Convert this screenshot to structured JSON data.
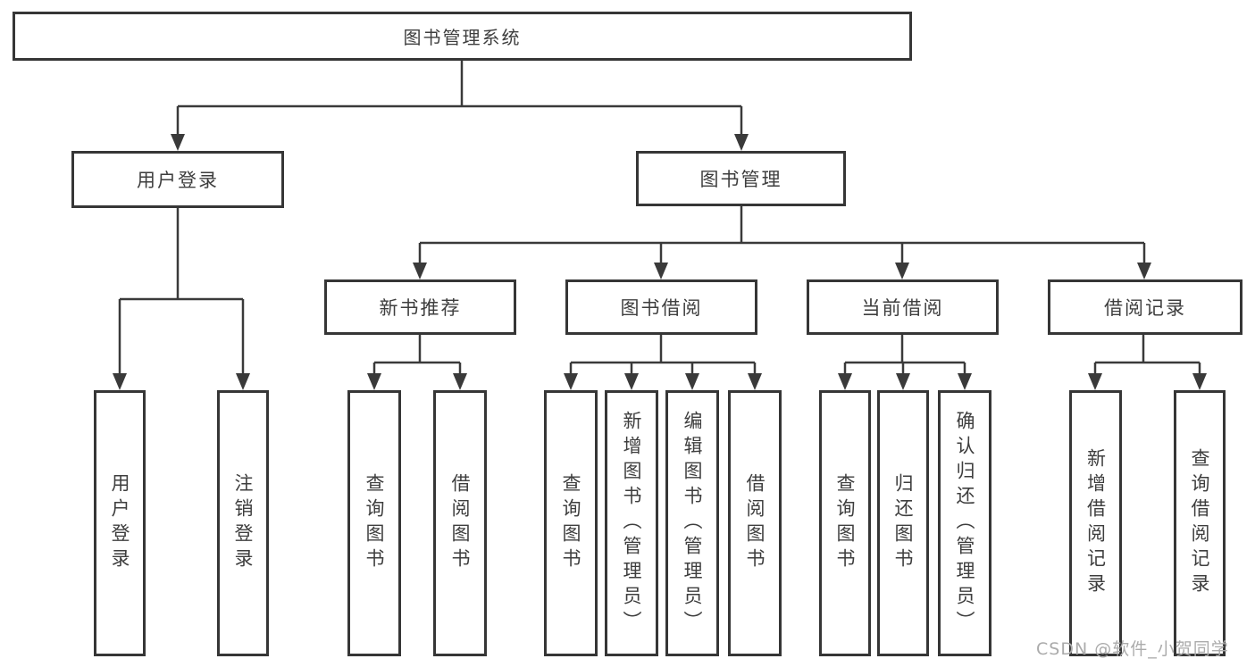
{
  "diagram": {
    "root": {
      "label": "图书管理系统"
    },
    "branches": [
      {
        "label": "用户登录",
        "children": [
          {
            "label": "用户登录"
          },
          {
            "label": "注销登录"
          }
        ]
      },
      {
        "label": "图书管理",
        "children": [
          {
            "label": "新书推荐",
            "children": [
              {
                "label": "查询图书"
              },
              {
                "label": "借阅图书"
              }
            ]
          },
          {
            "label": "图书借阅",
            "children": [
              {
                "label": "查询图书"
              },
              {
                "label": "新增图书（管理员）"
              },
              {
                "label": "编辑图书（管理员）"
              },
              {
                "label": "借阅图书"
              }
            ]
          },
          {
            "label": "当前借阅",
            "children": [
              {
                "label": "查询图书"
              },
              {
                "label": "归还图书"
              },
              {
                "label": "确认归还（管理员）"
              }
            ]
          },
          {
            "label": "借阅记录",
            "children": [
              {
                "label": "新增借阅记录"
              },
              {
                "label": "查询借阅记录"
              }
            ]
          }
        ]
      }
    ]
  },
  "watermark": "CSDN @软件_小贺同学",
  "colors": {
    "line": "#3a3a3a",
    "box_border": "#363636",
    "text": "#3e3e3e",
    "background": "#ffffff",
    "watermark": "#ababab"
  }
}
